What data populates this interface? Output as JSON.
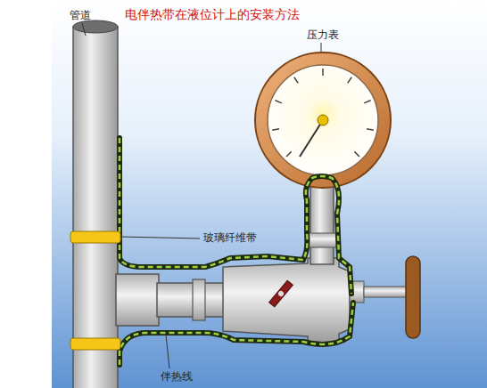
{
  "diagram": {
    "title": "电伴热带在液位计上的安装方法",
    "labels": [
      "管道",
      "压力表",
      "玻璃纤维带",
      "伴热线"
    ]
  }
}
